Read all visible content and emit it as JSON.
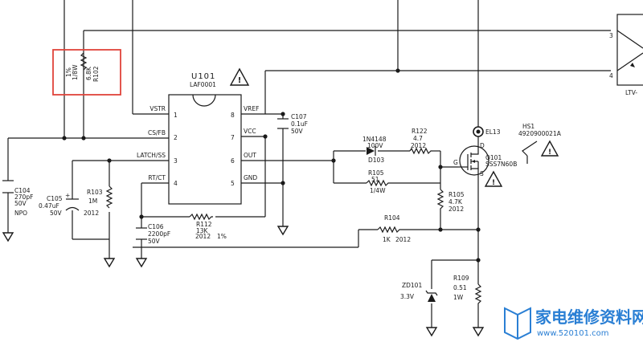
{
  "ic": {
    "ref": "U101",
    "part": "LAF0001",
    "pins_left": [
      {
        "num": "1",
        "name": "VSTR"
      },
      {
        "num": "2",
        "name": "CS/FB"
      },
      {
        "num": "3",
        "name": "LATCH/SS"
      },
      {
        "num": "4",
        "name": "RT/CT"
      }
    ],
    "pins_right": [
      {
        "num": "8",
        "name": "VREF"
      },
      {
        "num": "7",
        "name": "VCC"
      },
      {
        "num": "6",
        "name": "OUT"
      },
      {
        "num": "5",
        "name": "GND"
      }
    ]
  },
  "components": {
    "r102": {
      "ref": "R102",
      "value": "6.8K",
      "power": "1/8W",
      "tol": "1%"
    },
    "c104": {
      "ref": "C104",
      "value": "270pF",
      "volt": "50V",
      "type": "NPO"
    },
    "c105": {
      "ref": "C105",
      "value": "0.47uF",
      "volt": "50V"
    },
    "r103": {
      "ref": "R103",
      "value": "1M",
      "size": "2012"
    },
    "c106": {
      "ref": "C106",
      "value": "2200pF",
      "volt": "50V"
    },
    "r112": {
      "ref": "R112",
      "value": "13K",
      "size": "2012",
      "tol": "1%"
    },
    "c107": {
      "ref": "C107",
      "value": "0.1uF",
      "volt": "50V"
    },
    "d103": {
      "ref": "D103",
      "part": "1N4148",
      "volt": "100V"
    },
    "r122": {
      "ref": "R122",
      "value": "4.7",
      "size": "2012"
    },
    "r105a": {
      "ref": "R105",
      "value": "51",
      "power": "1/4W"
    },
    "r105b": {
      "ref": "R105",
      "value": "4.7K",
      "size": "2012"
    },
    "r104": {
      "ref": "R104",
      "value": "1K",
      "size": "2012"
    },
    "q101": {
      "ref": "Q101",
      "part": "SSS7N60B",
      "pin_d": "D",
      "pin_g": "G",
      "pin_s": "S"
    },
    "el13": {
      "ref": "EL13"
    },
    "hs1": {
      "ref": "HS1",
      "part": "4920900021A"
    },
    "zd101": {
      "ref": "ZD101",
      "value": "3.3V"
    },
    "r109": {
      "ref": "R109",
      "value": "0.51",
      "power": "1W"
    },
    "opto": {
      "ref": "LTV-",
      "pin3": "3",
      "pin4": "4"
    }
  },
  "warning_symbol": "!",
  "watermark": {
    "cn": "家电维修资料网",
    "url": "www.520101.com"
  },
  "colors": {
    "highlight": "#e0443a",
    "watermark": "#2a7fd4",
    "ink": "#1a1a1a"
  }
}
